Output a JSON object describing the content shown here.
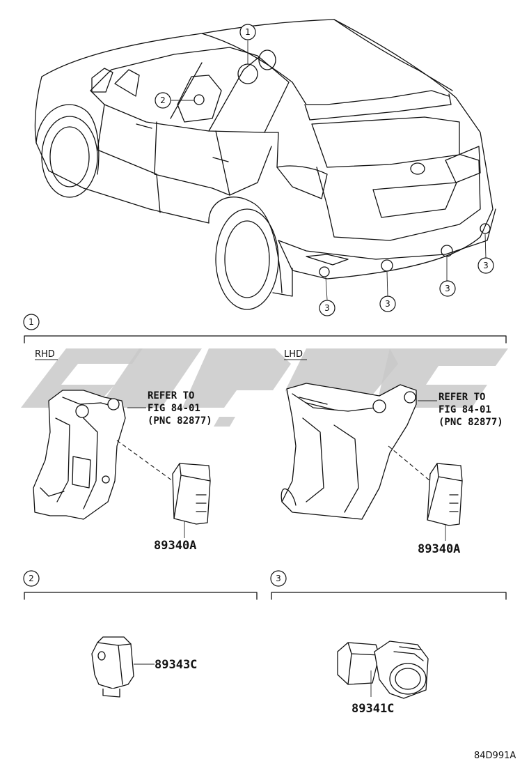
{
  "callouts": {
    "c1": "1",
    "c2": "2",
    "c3": "3"
  },
  "section1": {
    "number": "1",
    "rhd": {
      "label": "RHD",
      "refer_line1": "REFER TO",
      "refer_line2": "FIG 84-01",
      "refer_line3": "(PNC 82877)",
      "part_number": "89340A"
    },
    "lhd": {
      "label": "LHD",
      "refer_line1": "REFER TO",
      "refer_line2": "FIG 84-01",
      "refer_line3": "(PNC 82877)",
      "part_number": "89340A"
    }
  },
  "section2": {
    "number": "2",
    "part_number": "89343C"
  },
  "section3": {
    "number": "3",
    "part_number": "89341C"
  },
  "figure_code": "84D991A",
  "colors": {
    "line": "#111111",
    "watermark": "#c9c9c9"
  }
}
